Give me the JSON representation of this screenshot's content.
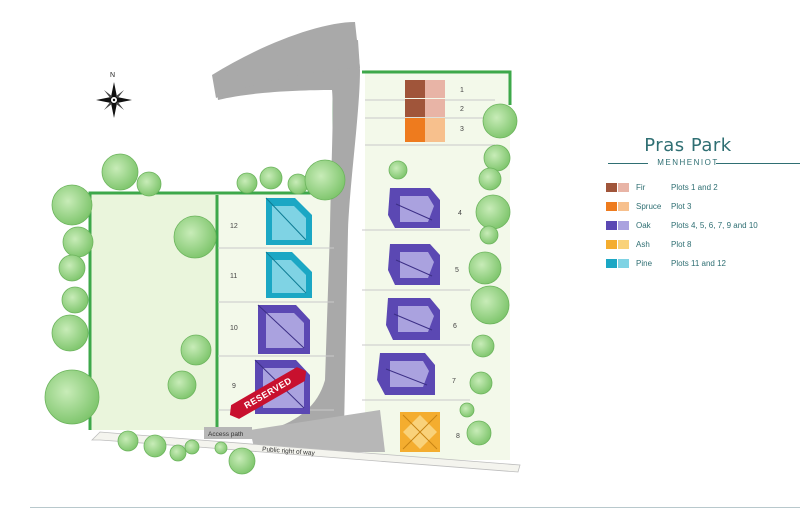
{
  "title": "Pras Park",
  "subtitle": "MENHENIOT",
  "compass": {
    "north_label": "N"
  },
  "plots": {
    "p1": "1",
    "p2": "2",
    "p3": "3",
    "p4": "4",
    "p5": "5",
    "p6": "6",
    "p7": "7",
    "p8": "8",
    "p9": "9",
    "p10": "10",
    "p11": "11",
    "p12": "12"
  },
  "reserved_label": "RESERVED",
  "labels": {
    "access_path": "Access path",
    "public_right_of_way": "Public right of way"
  },
  "legend": [
    {
      "name": "Fir",
      "desc": "Plots 1 and 2",
      "color_dark": "#a0553a",
      "color_light": "#e8b4a6"
    },
    {
      "name": "Spruce",
      "desc": "Plot 3",
      "color_dark": "#ee7b1e",
      "color_light": "#f7c08d"
    },
    {
      "name": "Oak",
      "desc": "Plots 4, 5, 6, 7, 9 and 10",
      "color_dark": "#5b48b3",
      "color_light": "#aaa2df"
    },
    {
      "name": "Ash",
      "desc": "Plot 8",
      "color_dark": "#f4ad2f",
      "color_light": "#f9d27a"
    },
    {
      "name": "Pine",
      "desc": "Plots 11 and 12",
      "color_dark": "#1ba7c4",
      "color_light": "#7fd3e4"
    }
  ],
  "colors": {
    "hedge": "#3da84a",
    "grass": "#eaf5dc",
    "road": "#a9a9a9",
    "tree": "#8fd080",
    "reserved": "#c8102e",
    "accent": "#2f6f73"
  }
}
